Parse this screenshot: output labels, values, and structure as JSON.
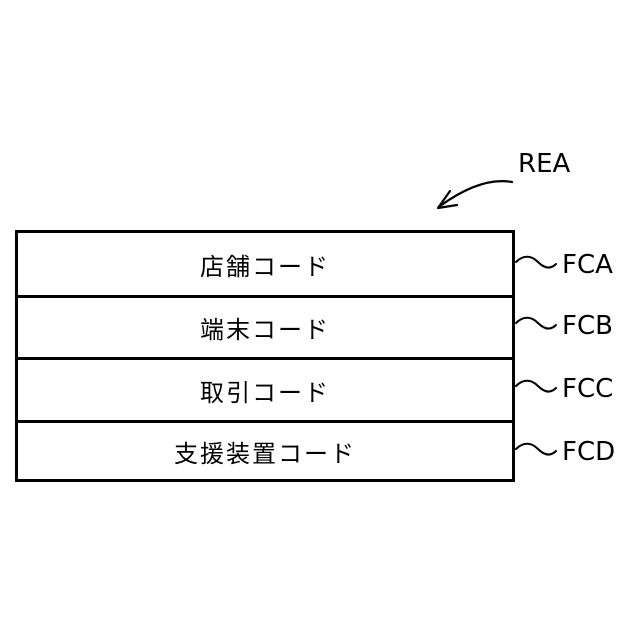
{
  "record": {
    "label": "REA",
    "fields": [
      {
        "text": "店舗コード",
        "tag": "FCA"
      },
      {
        "text": "端末コード",
        "tag": "FCB"
      },
      {
        "text": "取引コード",
        "tag": "FCC"
      },
      {
        "text": "支援装置コード",
        "tag": "FCD"
      }
    ]
  }
}
